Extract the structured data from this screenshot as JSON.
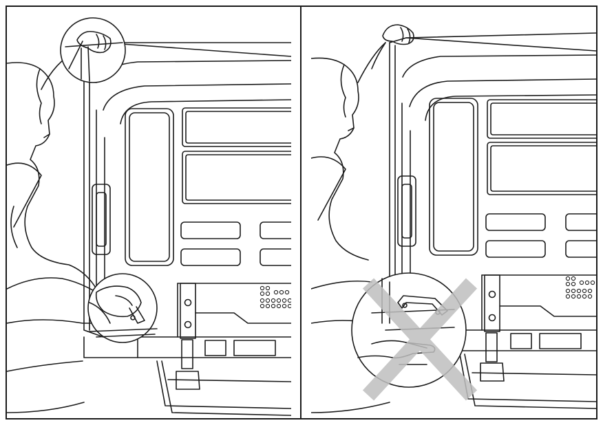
{
  "figure": {
    "description_text": "",
    "panels": [
      {
        "id": "correct",
        "mark": "none"
      },
      {
        "id": "incorrect",
        "mark": "cross"
      }
    ],
    "colors": {
      "line": "#1a1a1a",
      "background": "#ffffff",
      "cross": "#bfbfbf"
    }
  }
}
